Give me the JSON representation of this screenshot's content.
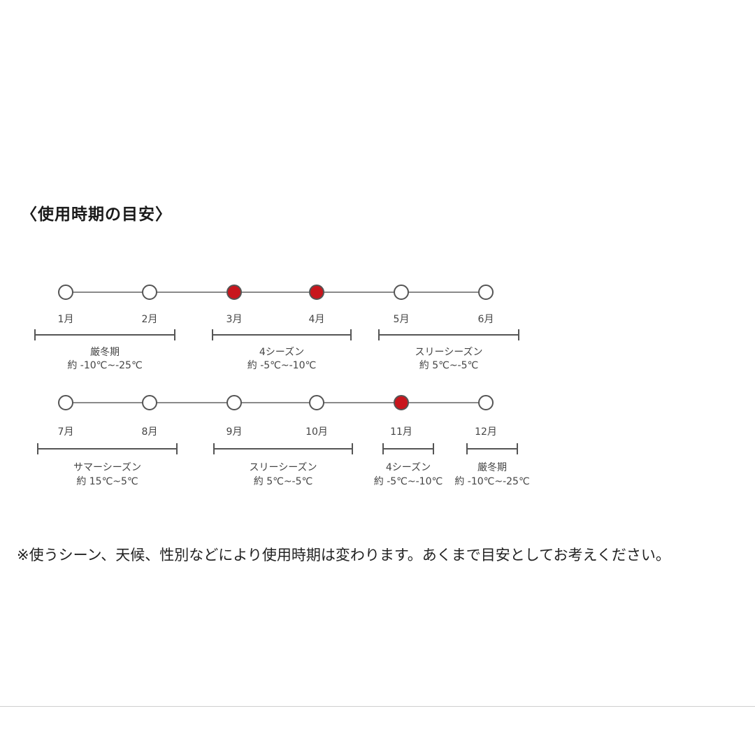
{
  "heading": "〈使用時期の目安〉",
  "colors": {
    "active": "#c8161d",
    "line": "#555555",
    "text": "#444444"
  },
  "rows": [
    {
      "months": [
        {
          "label": "1月",
          "active": false
        },
        {
          "label": "2月",
          "active": false
        },
        {
          "label": "3月",
          "active": true
        },
        {
          "label": "4月",
          "active": true
        },
        {
          "label": "5月",
          "active": false
        },
        {
          "label": "6月",
          "active": false
        }
      ],
      "periods": [
        {
          "name": "厳冬期",
          "temp": "約 -10℃~-25℃",
          "start_month": "1月",
          "end_month": "2月"
        },
        {
          "name": "4シーズン",
          "temp": "約 -5℃~-10℃",
          "start_month": "3月",
          "end_month": "4月"
        },
        {
          "name": "スリーシーズン",
          "temp": "約 5℃~-5℃",
          "start_month": "5月",
          "end_month": "6月"
        }
      ]
    },
    {
      "months": [
        {
          "label": "7月",
          "active": false
        },
        {
          "label": "8月",
          "active": false
        },
        {
          "label": "9月",
          "active": false
        },
        {
          "label": "10月",
          "active": false
        },
        {
          "label": "11月",
          "active": true
        },
        {
          "label": "12月",
          "active": false
        }
      ],
      "periods": [
        {
          "name": "サマーシーズン",
          "temp": "約 15℃~5℃",
          "start_month": "7月",
          "end_month": "8月"
        },
        {
          "name": "スリーシーズン",
          "temp": "約 5℃~-5℃",
          "start_month": "9月",
          "end_month": "10月"
        },
        {
          "name": "4シーズン",
          "temp": "約 -5℃~-10℃",
          "start_month": "11月",
          "end_month": "11月"
        },
        {
          "name": "厳冬期",
          "temp": "約 -10℃~-25℃",
          "start_month": "12月",
          "end_month": "12月"
        }
      ]
    }
  ],
  "note": "※使うシーン、天候、性別などにより使用時期は変わります。あくまで目安としてお考えください。"
}
